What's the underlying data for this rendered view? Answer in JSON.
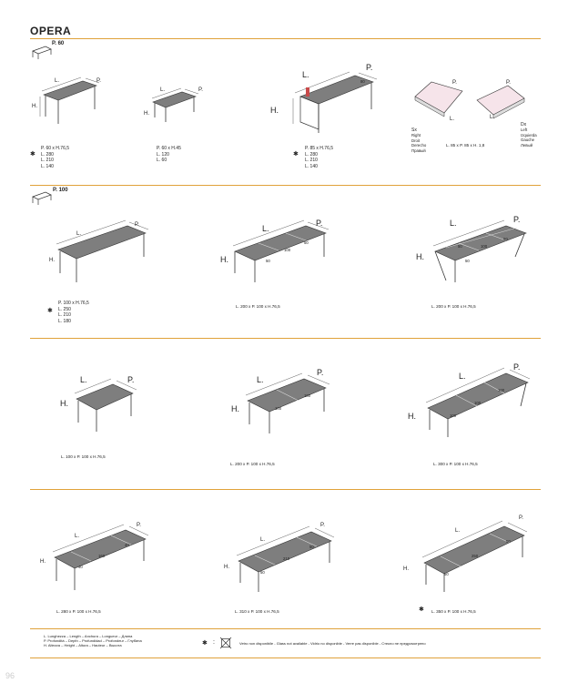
{
  "title": "OPERA",
  "sections": {
    "p60": {
      "label": "P. 60"
    },
    "p100": {
      "label": "P. 100"
    }
  },
  "dims": {
    "L": "L.",
    "P": "P.",
    "H": "H."
  },
  "row1": {
    "t1": {
      "lines": [
        "P. 60 x H.76,5",
        "L. 280",
        "L. 210",
        "L. 140"
      ]
    },
    "t2": {
      "lines": [
        "P. 60 x H.45",
        "L. 120",
        "L. 60"
      ]
    },
    "t3": {
      "lines": [
        "P. 85 x H.76,5",
        "L. 280",
        "L. 210",
        "L. 140"
      ],
      "panel": "80"
    },
    "sx": {
      "title": "Sx",
      "lines": [
        "Right",
        "Droit",
        "Derecho",
        "Правый"
      ]
    },
    "dx": {
      "title": "Dx",
      "lines": [
        "Left",
        "Izquierda",
        "Gauche",
        "Левый"
      ]
    },
    "corner_caption": "L. 85 x P. 85 x H. 1,8"
  },
  "row2": {
    "t1": {
      "lines": [
        "P. 100 x H.76,5",
        "L. 250",
        "L. 210",
        "L. 180"
      ]
    },
    "t2": {
      "caption": "L. 200 x P. 100 x H.76,5",
      "panels": [
        "50",
        "100",
        "50"
      ]
    },
    "t3": {
      "caption": "L. 200 x P. 100 x H.76,5",
      "panels": [
        "50",
        "100",
        "50",
        "50"
      ]
    }
  },
  "row3": {
    "t1": {
      "caption": "L. 100 x P. 100 x H.76,5"
    },
    "t2": {
      "caption": "L. 200 x P. 100 x H.76,5",
      "panels": [
        "100",
        "100"
      ]
    },
    "t3": {
      "caption": "L. 300 x P. 100 x H.76,5",
      "panels": [
        "100",
        "100",
        "100"
      ]
    }
  },
  "row4": {
    "t1": {
      "caption": "L. 280 x P. 100 x H.76,5",
      "panels": [
        "40",
        "160",
        "40"
      ]
    },
    "t2": {
      "caption": "L. 310 x P. 100 x H.76,5",
      "panels": [
        "50",
        "210",
        "50"
      ]
    },
    "t3": {
      "caption": "L. 350 x P. 100 x H.76,5",
      "panels": [
        "50",
        "250",
        "50"
      ]
    }
  },
  "footer": {
    "legend": [
      "L.   Lunghezza – Length – Anchura – Longueur – Длина",
      "P.   Profondità – Depth – Profundidad – Profondeur – Глубина",
      "H.   Altezza – Height – Altura – Hauteur – Высота"
    ],
    "glass": "Vetro non disponibile - Glass not available - Vidrio no disponible - Verre pas disponible - Стекло не предусмотрено",
    "colon": ":"
  },
  "page_number": "96",
  "colors": {
    "accent": "#e0a23a",
    "top": "#7e7e7e",
    "frame": "#333333"
  },
  "icons": {
    "bullet": "sun-icon",
    "glass": "glass-not-available-icon",
    "section": "table-outline-icon"
  }
}
